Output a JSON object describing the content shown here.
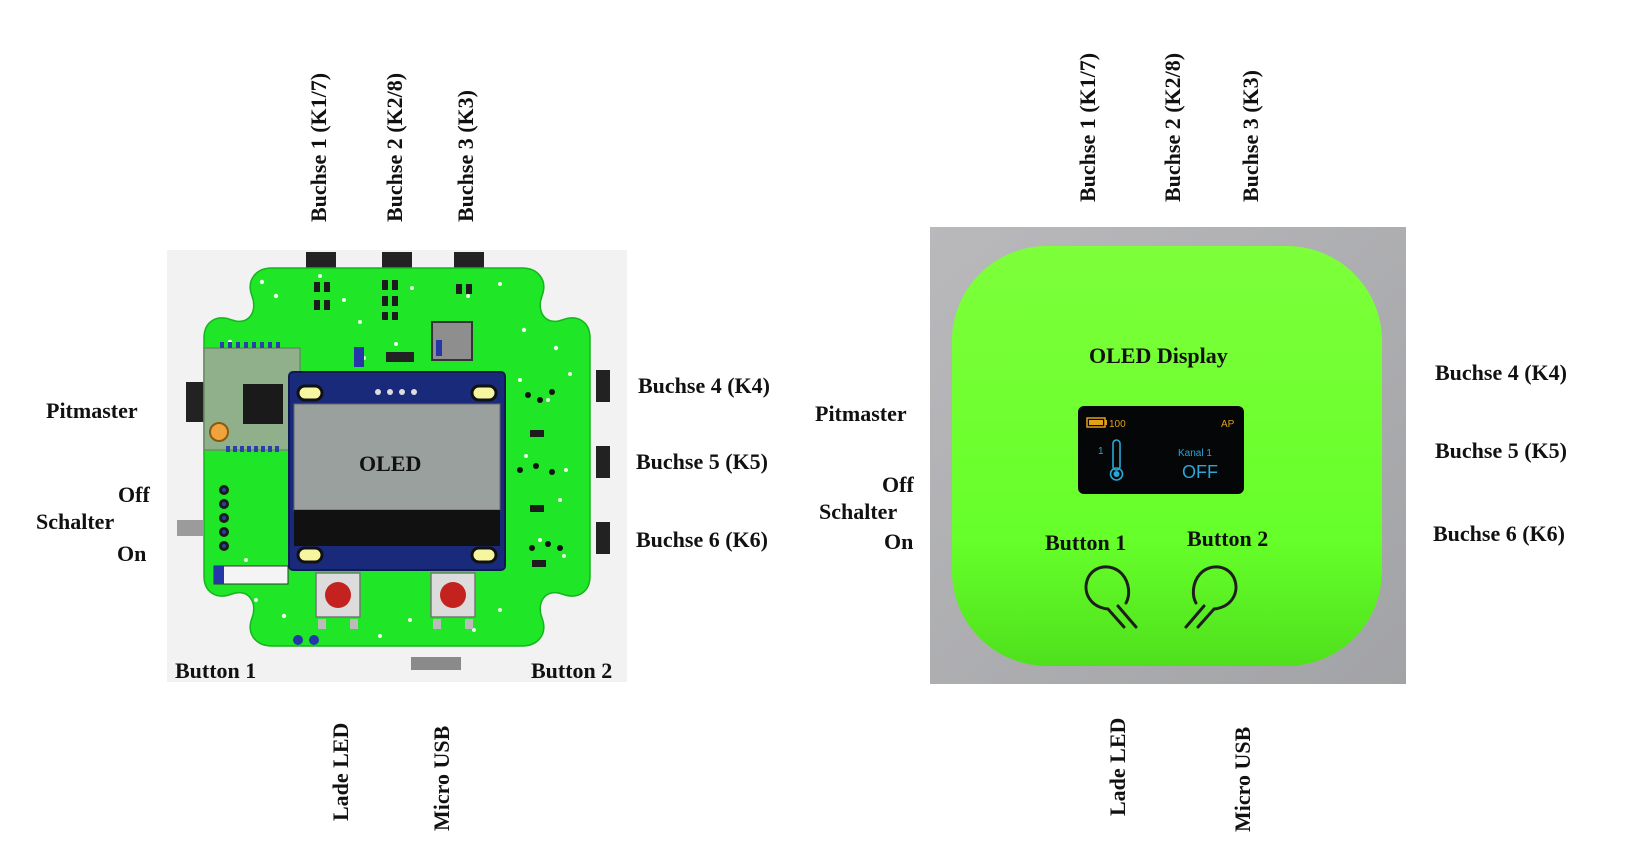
{
  "colors": {
    "pcb_green": "#1fe627",
    "case_green": "#6cff2e",
    "oled_blue": "#29a7d9",
    "background": "#ffffff"
  },
  "left_panel": {
    "top_labels": [
      "Buchse 1 (K1/7)",
      "Buchse 2 (K2/8)",
      "Buchse 3 (K3)"
    ],
    "right_labels": [
      "Buchse 4 (K4)",
      "Buchse 5 (K5)",
      "Buchse 6 (K6)"
    ],
    "pitmaster": "Pitmaster",
    "switch_off": "Off",
    "switch_name": "Schalter",
    "switch_on": "On",
    "oled": "OLED",
    "button1": "Button 1",
    "button2": "Button 2",
    "bottom_labels": [
      "Lade LED",
      "Micro USB"
    ]
  },
  "right_panel": {
    "top_labels": [
      "Buchse 1 (K1/7)",
      "Buchse 2 (K2/8)",
      "Buchse 3 (K3)"
    ],
    "right_labels": [
      "Buchse 4 (K4)",
      "Buchse 5 (K5)",
      "Buchse 6 (K6)"
    ],
    "pitmaster": "Pitmaster",
    "switch_off": "Off",
    "switch_name": "Schalter",
    "switch_on": "On",
    "oled_display": "OLED Display",
    "button1": "Button 1",
    "button2": "Button 2",
    "bottom_labels": [
      "Lade LED",
      "Micro USB"
    ],
    "screen": {
      "battery": "100",
      "mode": "AP",
      "channel_number": "1",
      "channel_name": "Kanal 1",
      "status": "OFF"
    }
  }
}
